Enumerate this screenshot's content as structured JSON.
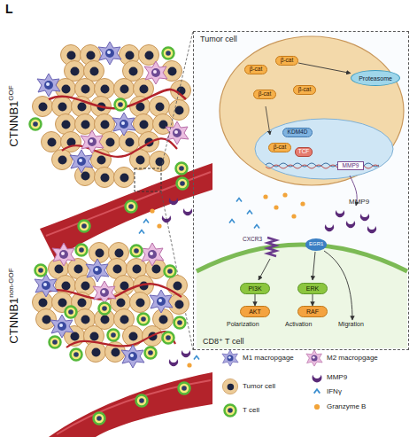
{
  "diagram": {
    "nodes": [
      {
        "text": [
          "Tumor cell"
        ]
      },
      {
        "text": [
          "β-cat"
        ],
        "in": 0
      },
      {
        "text": [
          "β-cat"
        ],
        "in": 0
      },
      {
        "text": [
          "β-cat"
        ],
        "in": 0
      },
      {
        "text": [
          "β-cat"
        ],
        "in": 0
      },
      {
        "text": [
          "Proteasome"
        ],
        "in": 0
      },
      {
        "text": [
          "KDM4D"
        ],
        "in": 0
      },
      {
        "text": [
          "β-cat"
        ],
        "in": 0
      },
      {
        "text": [
          "TCF"
        ],
        "in": 0
      },
      {
        "text": [
          "MMP9"
        ],
        "in": 0
      },
      {
        "text": [
          "CD8⁺ T cell"
        ],
        "in": 0
      },
      {
        "text": [
          "PI3K"
        ],
        "in": 10
      },
      {
        "text": [
          "ERK"
        ],
        "in": 10
      },
      {
        "text": [
          "AKT"
        ],
        "in": 10
      },
      {
        "text": [
          "RAF"
        ],
        "in": 10
      }
    ],
    "edges": [
      {
        "from": 2,
        "to": 5,
        "arrow": "to"
      },
      {
        "from": 11,
        "to": 13,
        "arrow": "to"
      },
      {
        "from": 12,
        "to": 14,
        "arrow": "to"
      }
    ],
    "labels": [
      "L",
      "CTNNB1",
      "GOF",
      "CTNNB1",
      "non-GOF",
      "MMP9",
      "CXCR3",
      "EGR1",
      "Polarization",
      "Activation",
      "Migration"
    ],
    "legend": [
      {
        "text": "M1 macropgage"
      },
      {
        "text": "M2 macropgage"
      },
      {
        "text": "Tumor cell"
      },
      {
        "text": "MMP9"
      },
      {
        "text": "IFNγ"
      },
      {
        "text": "T cell"
      },
      {
        "text": "Granzyme B"
      }
    ]
  }
}
